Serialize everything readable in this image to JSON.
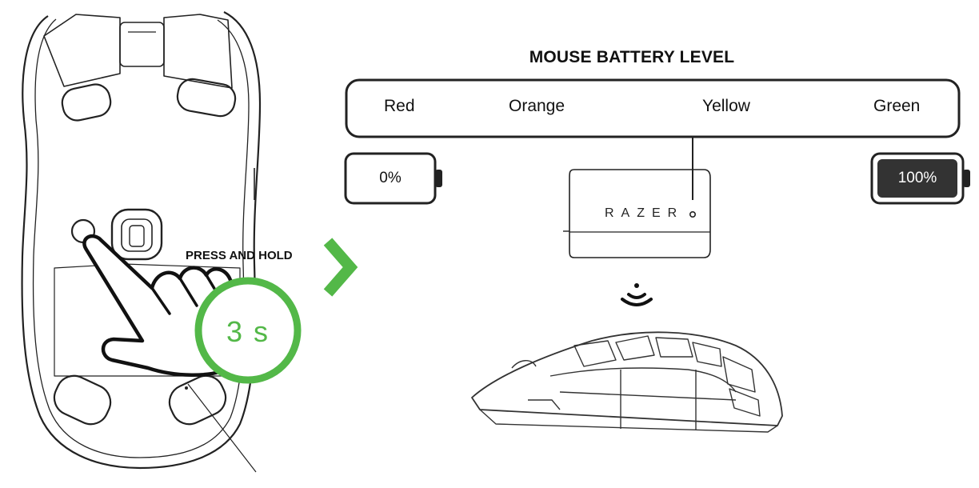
{
  "title": "MOUSE BATTERY LEVEL",
  "battery_levels": [
    "Red",
    "Orange",
    "Yellow",
    "Green"
  ],
  "battery_low": {
    "label": "0%",
    "level": 0
  },
  "battery_full": {
    "label": "100%",
    "level": 1
  },
  "instruction": "PRESS AND HOLD",
  "hold_time": "3 s",
  "dongle_brand": "RAZER",
  "colors": {
    "accent_green": "#53b848",
    "ink": "#111111",
    "battery_fill": "#333333"
  },
  "icons": [
    "hand-pointer-icon",
    "chevron-right-icon",
    "wireless-signal-icon"
  ]
}
